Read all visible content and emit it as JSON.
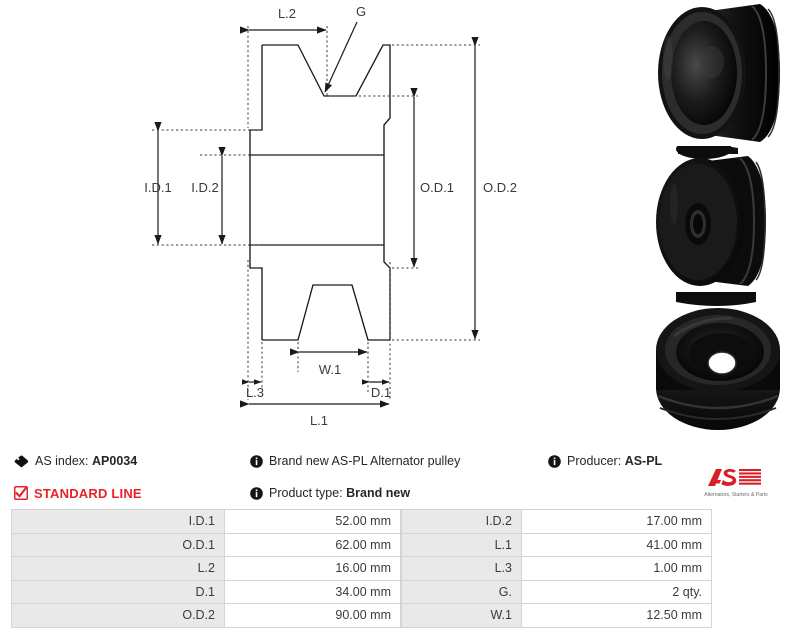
{
  "drawing": {
    "title": "alternator-pulley-cross-section",
    "dimension_labels": [
      {
        "id": "L.2",
        "text": "L.2"
      },
      {
        "id": "G",
        "text": "G"
      },
      {
        "id": "I.D.1",
        "text": "I.D.1"
      },
      {
        "id": "I.D.2",
        "text": "I.D.2"
      },
      {
        "id": "O.D.1",
        "text": "O.D.1"
      },
      {
        "id": "O.D.2",
        "text": "O.D.2"
      },
      {
        "id": "W.1",
        "text": "W.1"
      },
      {
        "id": "L.3",
        "text": "L.3"
      },
      {
        "id": "D.1",
        "text": "D.1"
      },
      {
        "id": "L.1",
        "text": "L.1"
      }
    ]
  },
  "photos": [
    {
      "alt": "pulley-angled-view"
    },
    {
      "alt": "pulley-hub-side-view"
    },
    {
      "alt": "pulley-bore-top-view"
    }
  ],
  "info": {
    "as_index_label": "AS index:",
    "as_index_value": "AP0034",
    "standard_line": "STANDARD LINE",
    "description": "Brand new AS-PL Alternator pulley",
    "product_type_label": "Product type:",
    "product_type_value": "Brand new",
    "producer_label": "Producer:",
    "producer_value": "AS-PL",
    "logo_mark": "AS",
    "logo_tagline": "Alternators, Starters & Parts",
    "brand_color": "#e8232a",
    "icons": {
      "tag": "tag-icon",
      "check": "checkbox-check-icon",
      "info": "info-icon"
    }
  },
  "spec_table_left": {
    "rows": [
      {
        "key": "I.D.1",
        "value": "52.00 mm"
      },
      {
        "key": "O.D.1",
        "value": "62.00 mm"
      },
      {
        "key": "L.2",
        "value": "16.00 mm"
      },
      {
        "key": "D.1",
        "value": "34.00 mm"
      },
      {
        "key": "O.D.2",
        "value": "90.00 mm"
      }
    ]
  },
  "spec_table_right": {
    "rows": [
      {
        "key": "I.D.2",
        "value": "17.00 mm"
      },
      {
        "key": "L.1",
        "value": "41.00 mm"
      },
      {
        "key": "L.3",
        "value": "1.00 mm"
      },
      {
        "key": "G.",
        "value": "2 qty."
      },
      {
        "key": "W.1",
        "value": "12.50 mm"
      }
    ]
  }
}
